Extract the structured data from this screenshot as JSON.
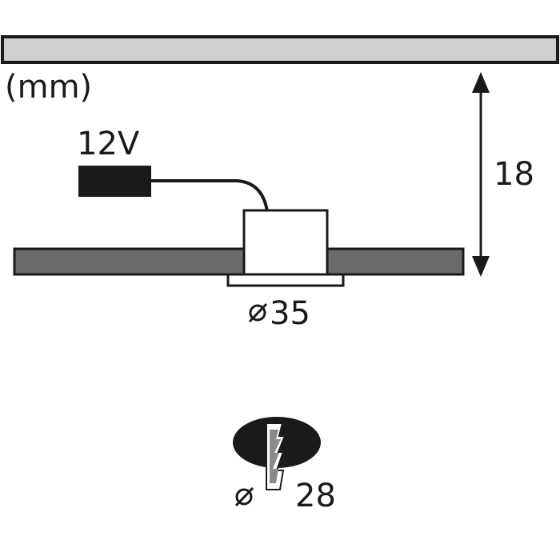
{
  "unit_label": "(mm)",
  "voltage_label": "12V",
  "height_label": "18",
  "cutout_label": "35",
  "drill_label": "28",
  "colors": {
    "panel_fill": "#cfcfcf",
    "shelf_fill": "#6b6b6b",
    "stroke": "#1a1a1a",
    "driver_fill": "#1a1a1a"
  },
  "icons": {
    "diameter": "diameter-icon",
    "drill_hole": "drill-hole-icon",
    "arrow": "double-arrow-icon"
  }
}
